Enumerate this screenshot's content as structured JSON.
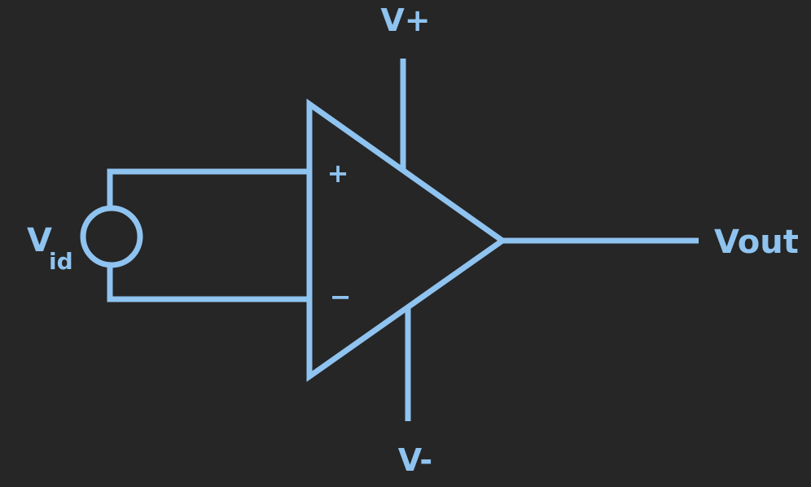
{
  "colors": {
    "background": "#262626",
    "stroke": "#8fc3f0"
  },
  "labels": {
    "v_plus": "V+",
    "v_minus": "V-",
    "v_out": "Vout",
    "v_id_main": "V",
    "v_id_sub": "id",
    "noninverting_symbol": "+",
    "inverting_symbol": "−"
  }
}
